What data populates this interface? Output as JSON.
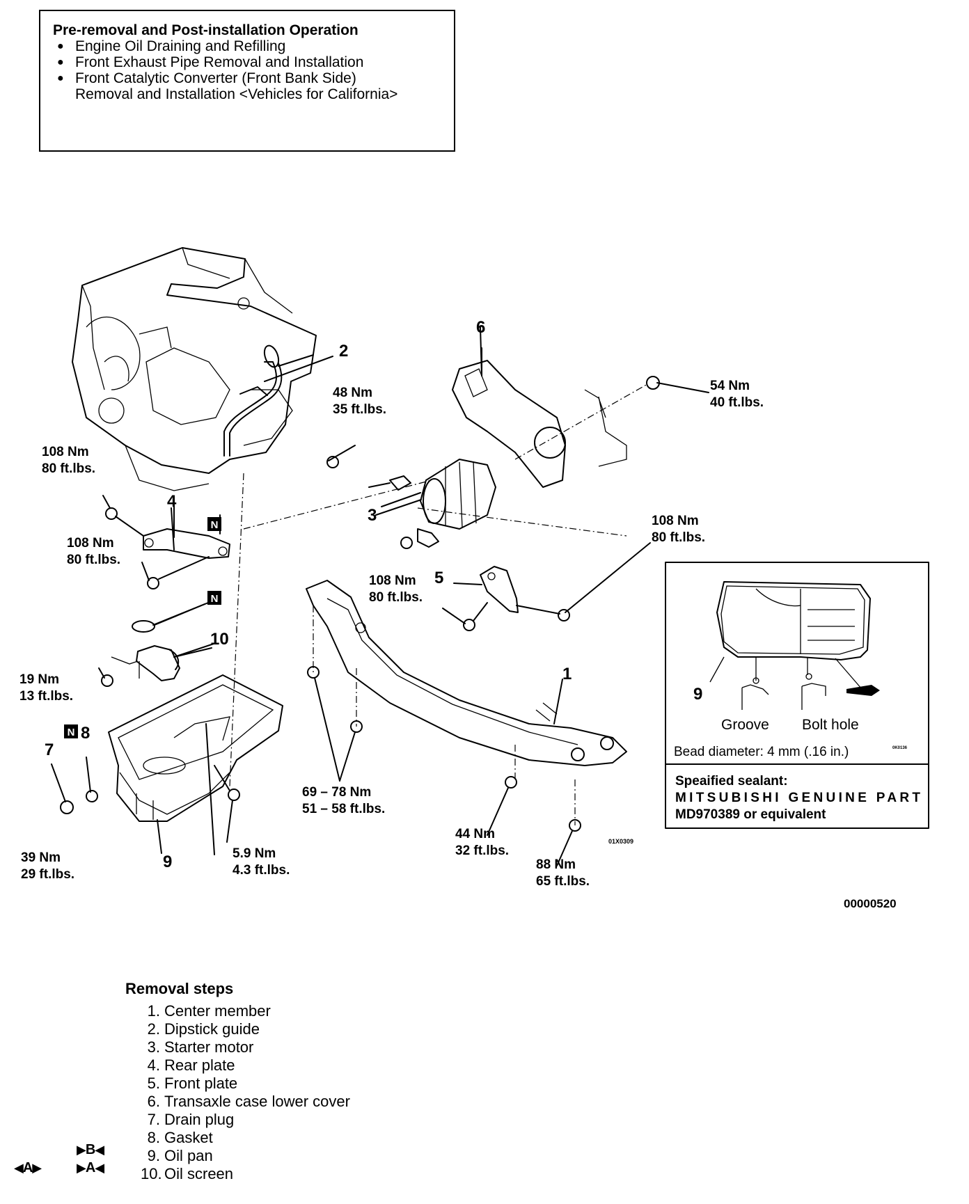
{
  "pre_operation": {
    "title": "Pre-removal and Post-installation Operation",
    "items": [
      "Engine Oil Draining and Refilling",
      "Front Exhaust Pipe Removal and Installation",
      "Front Catalytic Converter (Front Bank Side)",
      "Removal and Installation <Vehicles for California>"
    ]
  },
  "diagram": {
    "part_numbers": {
      "p1": "1",
      "p2": "2",
      "p3": "3",
      "p4": "4",
      "p5": "5",
      "p6": "6",
      "p7": "7",
      "p8": "8",
      "p9": "9",
      "p10": "10"
    },
    "new_part_marker": "N",
    "torque": {
      "t48": [
        "48 Nm",
        "35 ft.lbs."
      ],
      "t54": [
        "54 Nm",
        "40 ft.lbs."
      ],
      "t108_left": [
        "108 Nm",
        "80 ft.lbs."
      ],
      "t108_rear": [
        "108 Nm",
        "80 ft.lbs."
      ],
      "t108_front": [
        "108 Nm",
        "80 ft.lbs."
      ],
      "t108_right": [
        "108 Nm",
        "80 ft.lbs."
      ],
      "t19": [
        "19 Nm",
        "13 ft.lbs."
      ],
      "t39": [
        "39 Nm",
        "29 ft.lbs."
      ],
      "t59": [
        "5.9 Nm",
        "4.3 ft.lbs."
      ],
      "t69": [
        "69 – 78 Nm",
        "51 – 58 ft.lbs."
      ],
      "t44": [
        "44 Nm",
        "32 ft.lbs."
      ],
      "t88": [
        "88 Nm",
        "65 ft.lbs."
      ]
    },
    "figure_code": "01X0309",
    "drawing_number": "00000520",
    "sealant_inset": {
      "part_label": "9",
      "groove_label": "Groove",
      "bolt_hole_label": "Bolt hole",
      "bead_diameter": "Bead diameter: 4 mm (.16 in.)",
      "inset_code": "0K0136",
      "sealant_lines": [
        "Speaified sealant:",
        "MITSUBISHI GENUINE PART",
        "MD970389 or equivalent"
      ]
    }
  },
  "removal_steps": {
    "title": "Removal steps",
    "steps": [
      {
        "num": "1.",
        "label": "Center member"
      },
      {
        "num": "2.",
        "label": "Dipstick guide"
      },
      {
        "num": "3.",
        "label": "Starter motor"
      },
      {
        "num": "4.",
        "label": "Rear plate"
      },
      {
        "num": "5.",
        "label": "Front plate"
      },
      {
        "num": "6.",
        "label": "Transaxle case lower cover"
      },
      {
        "num": "7.",
        "label": "Drain plug"
      },
      {
        "num": "8.",
        "label": "Gasket"
      },
      {
        "num": "9.",
        "label": "Oil pan"
      },
      {
        "num": "10.",
        "label": "Oil screen"
      }
    ],
    "markers": {
      "install_B": "B",
      "install_A": "A",
      "removal_A": "A"
    }
  }
}
